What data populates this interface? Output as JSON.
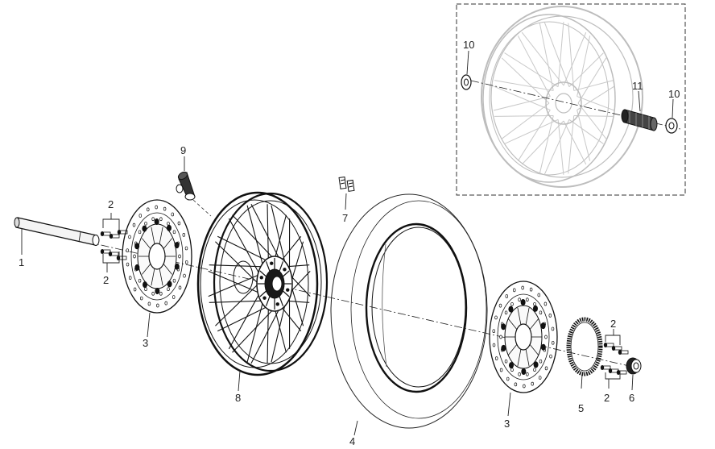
{
  "callouts": {
    "c1": "1",
    "c2a": "2",
    "c2b": "2",
    "c2c": "2",
    "c2d": "2",
    "c3a": "3",
    "c3b": "3",
    "c4": "4",
    "c5": "5",
    "c6": "6",
    "c7": "7",
    "c8": "8",
    "c9": "9",
    "c10a": "10",
    "c10b": "10",
    "c11": "11"
  }
}
